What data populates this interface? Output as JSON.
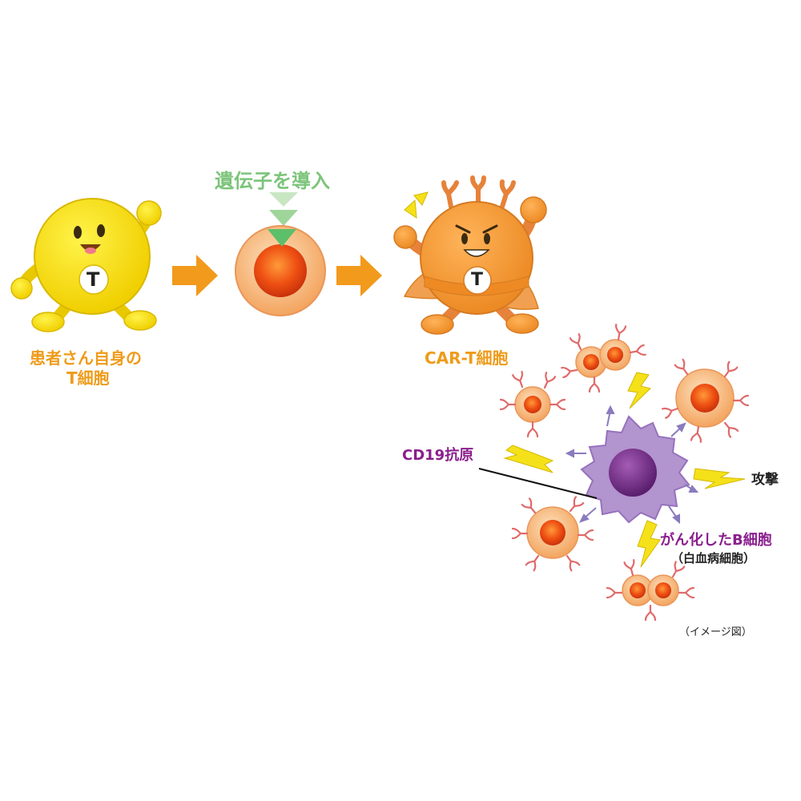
{
  "labels": {
    "patient_t_cell_line1": "患者さん自身の",
    "patient_t_cell_line2": "T細胞",
    "gene_transfer": "遺伝子を導入",
    "car_t_cell": "CAR-T細胞",
    "cd19_antigen": "CD19抗原",
    "attack": "攻撃",
    "cancer_b_cell": "がん化したB細胞",
    "leukemia_cell": "（白血病細胞）",
    "image_note": "（イメージ図）"
  },
  "mascot_letter": "T",
  "colors": {
    "t_cell_yellow": "#f7e21a",
    "car_t_orange": "#f2963a",
    "arrow_orange": "#f29a1c",
    "label_orange": "#ef9b19",
    "label_green": "#7cc47a",
    "label_purple": "#8a1e8e",
    "lightning": "#f5e11a",
    "b_cell_purple": "#b294cf",
    "nucleus_red": "#ea4a12"
  }
}
